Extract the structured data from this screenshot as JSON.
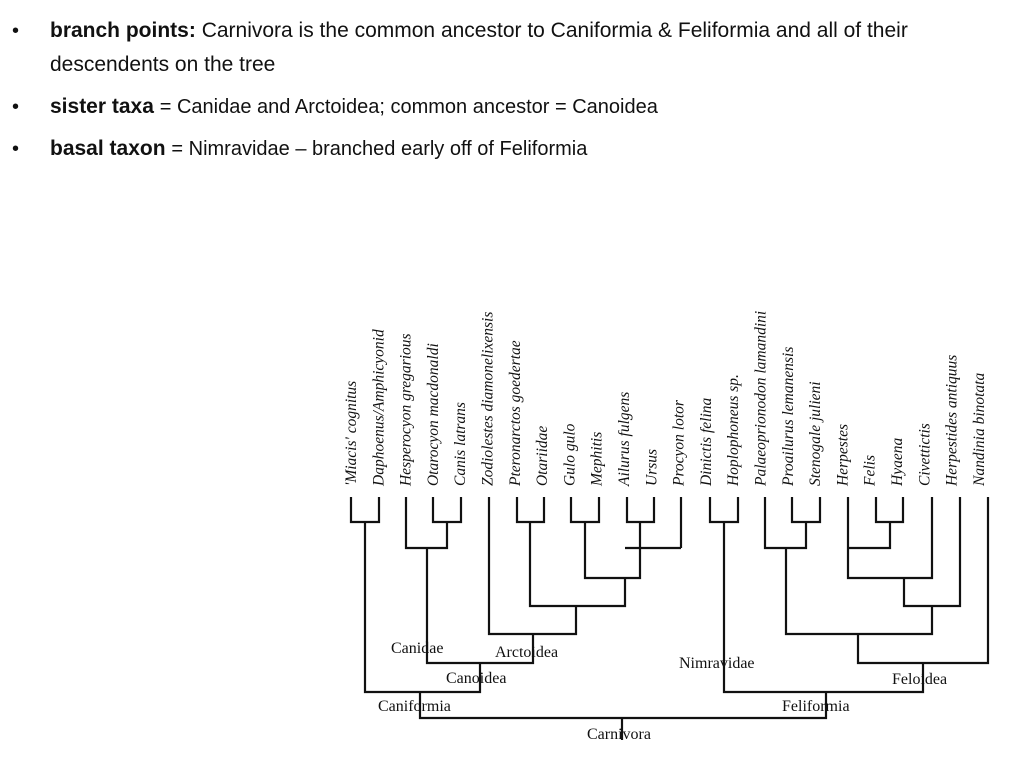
{
  "bullets": [
    {
      "term": "branch points:",
      "definition": "Carnivora is the common ancestor to Caniformia & Feliformia and all of their descendents on the tree"
    },
    {
      "term": "sister taxa",
      "definition": "=  Canidae and Arctoidea; common ancestor = Canoidea"
    },
    {
      "term": "basal taxon",
      "definition": "= Nimravidae – branched early off of Feliformia"
    }
  ],
  "tree": {
    "taxa": [
      "'Miacis' cognitus",
      "Daphoenus/Amphicyonid",
      "Hesperocyon gregarious",
      "Otarocyon macdonaldi",
      "Canis latrans",
      "Zodiolestes diamonelixensis",
      "Pteronarctos goedertae",
      "Otariidae",
      "Gulo gulo",
      "Mephitis",
      "Ailurus fulgens",
      "Ursus",
      "Procyon lotor",
      "Dinictis felina",
      "Hoplophoneus sp.",
      "Palaeoprionodon lamandini",
      "Proailurus lemanensis",
      "Stenogale julieni",
      "Herpestes",
      "Felis",
      "Hyaena",
      "Civettictis",
      "Herpestides antiquus",
      "Nandinia binotata"
    ],
    "clades": {
      "canidae": "Canidae",
      "arctoidea": "Arctoidea",
      "canoidea": "Canoidea",
      "nimravidae": "Nimravidae",
      "feloidea": "Feloidea",
      "caniformia": "Caniformia",
      "feliformia": "Feliformia",
      "carnivora": "Carnivora"
    }
  }
}
